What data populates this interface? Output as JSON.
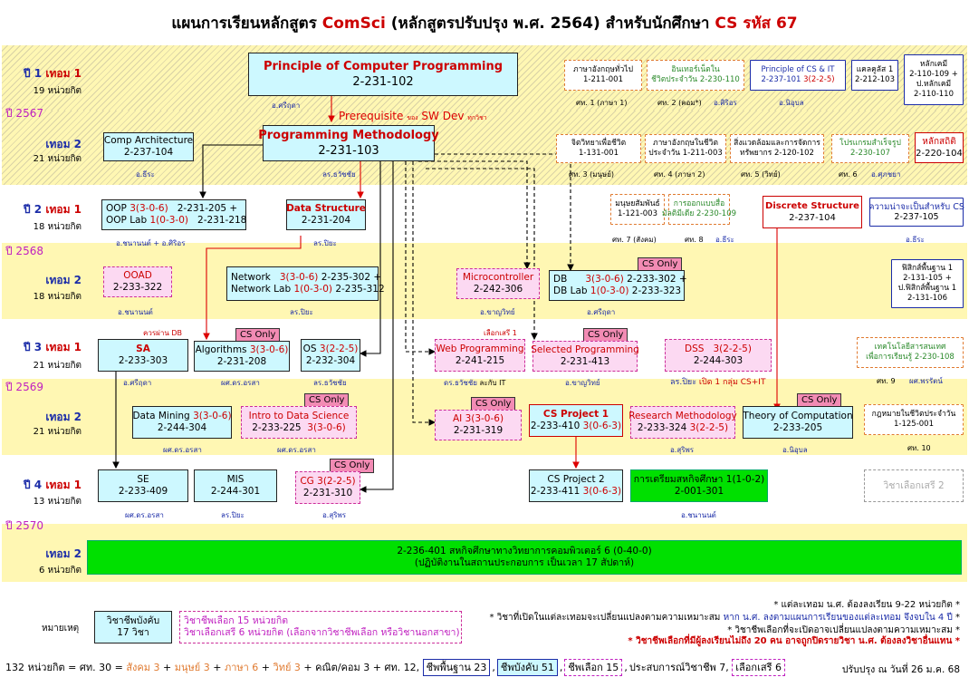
{
  "title_parts": {
    "a": "แผนการเรียนหลักสูตร ",
    "b": "ComSci",
    "c": " (หลักสูตรปรับปรุง พ.ศ. 2564)  สำหรับนักศึกษา ",
    "d": "CS รหัส 67"
  },
  "years": {
    "y1": "ปี 2567",
    "y2": "ปี 2568",
    "y3": "ปี 2569",
    "y4": "ปี 2570"
  },
  "sems": {
    "s11": {
      "year": "ปี 1",
      "term": "เทอม 1",
      "credits": "19 หน่วยกิต"
    },
    "s12": {
      "term": "เทอม 2",
      "credits": "21 หน่วยกิต"
    },
    "s21": {
      "year": "ปี 2",
      "term": "เทอม 1",
      "credits": "18 หน่วยกิต"
    },
    "s22": {
      "term": "เทอม 2",
      "credits": "18 หน่วยกิต"
    },
    "s31": {
      "year": "ปี 3",
      "term": "เทอม 1",
      "credits": "21 หน่วยกิต"
    },
    "s32": {
      "term": "เทอม 2",
      "credits": "21 หน่วยกิต"
    },
    "s41": {
      "year": "ปี 4",
      "term": "เทอม 1",
      "credits": "13 หน่วยกิต"
    },
    "s42": {
      "term": "เทอม 2",
      "credits": "6 หน่วยกิต"
    }
  },
  "cs_only": "CS Only",
  "c": {
    "pcp": {
      "name": "Principle of Computer Programming",
      "code": "2-231-102",
      "lec": "อ.ศรีฤดา"
    },
    "prereq": {
      "a": "Prerequisite ",
      "b": "ของ",
      "c": " SW Dev ",
      "d": "ทุกวิชา"
    },
    "pm": {
      "name": "Programming Methodology",
      "code": "2-231-103",
      "lec": "ลร.ธวัชชัย"
    },
    "ca": {
      "name": "Comp Architecture",
      "code": "2-237-104",
      "lec": "อ.ธีระ"
    },
    "g1": {
      "name": "ภาษาอังกฤษทั่วไป",
      "code": "1-211-001",
      "cat": "ศท. 1 (ภาษา 1)"
    },
    "g2": {
      "name": "อินเทอร์เน็ตใน",
      "name2": "ชีวิตประจำวัน",
      "code": "2-230-110",
      "cat": "ศท. 2 (คอม*)",
      "lec": "อ.ศิริอร"
    },
    "pcs": {
      "name": "Principle of CS & IT",
      "code": "2-237-101",
      "cr": "3(2-2-5)",
      "lec": "อ.นิอุบล"
    },
    "calc1": {
      "name": "แคลคูลัส 1",
      "code": "2-212-103"
    },
    "cm": {
      "name": "หลักเคมี",
      "code": "2-110-109 +",
      "name2": "ป.หลักเคมี",
      "code2": "2-110-110"
    },
    "psy": {
      "name": "จิตวิทยาเพื่อชีวิต",
      "code": "1-131-001",
      "cat": "ศท. 3 (มนุษย์)"
    },
    "eng2": {
      "name": "ภาษาอังกฤษในชีวิต",
      "code": "ประจำวัน 1-211-003",
      "cat": "ศท. 4 (ภาษา 2)"
    },
    "env": {
      "name": "สิ่งแวดล้อมและการจัดการ",
      "code": "ทรัพยากร 2-120-102",
      "cat": "ศท. 5 (วิทย์)"
    },
    "prog": {
      "name": "โปรแกรมสำเร็จรูป",
      "code": "2-230-107",
      "cat": "ศท. 6"
    },
    "stat": {
      "name": "หลักสถิติ",
      "code": "2-220-104",
      "lec": "อ.ศุภชยา"
    },
    "oop": {
      "a": "OOP",
      "b": "3(3-0-6)",
      "c": "2-231-205 +",
      "d": "OOP Lab",
      "e": "1(0-3-0)",
      "f": "2-231-218",
      "lec": "อ.ชนานนต์ + อ.ศิริอร"
    },
    "ds": {
      "name": "Data Structure",
      "code": "2-231-204",
      "lec": "ลร.ปิยะ"
    },
    "hr": {
      "name": "มนุษยสัมพันธ์",
      "code": "1-121-003",
      "cat": "ศท. 7 (สังคม)"
    },
    "ca2": {
      "name": "การออกแบบสื่อ",
      "name2": "มัลติมีเดีย",
      "code": "2-230-109",
      "cat": "ศท. 8",
      "lec": "อ.ธีระ"
    },
    "dis": {
      "name": "Discrete Structure",
      "code": "2-237-104"
    },
    "prb": {
      "name": "ความน่าจะเป็นสำหรับ CS",
      "code": "2-237-105",
      "lec": "อ.ธีระ"
    },
    "ooad": {
      "name": "OOAD",
      "code": "2-233-322",
      "lec": "อ.ชนานนต์"
    },
    "net": {
      "a": "Network",
      "b": "3(3-0-6)",
      "c": "2-235-302 +",
      "d": "Network Lab",
      "e": "1(0-3-0)",
      "f": "2-235-312",
      "lec": "ลร.ปิยะ"
    },
    "mc": {
      "name": "Microcontroller",
      "code": "2-242-306",
      "lec": "อ.ขาญวิทย์"
    },
    "db": {
      "a": "DB",
      "b": "3(3-0-6)",
      "c": "2-233-302 +",
      "d": "DB Lab",
      "e": "1(0-3-0)",
      "f": "2-233-323",
      "lec": "อ.ศรีฤดา"
    },
    "phy": {
      "name": "ฟิสิกส์พื้นฐาน 1",
      "code": "2-131-105 +",
      "name2": "ป.ฟิสิกส์พื้นฐาน 1",
      "code2": "2-131-106"
    },
    "sa": {
      "name": "SA",
      "code": "2-233-303",
      "lec": "อ.ศรีฤดา",
      "pre": "ควรผ่าน DB"
    },
    "alg": {
      "name": "Algorithms",
      "cr": "3(3-0-6)",
      "code": "2-231-208",
      "lec": "ผศ.ดร.อรสา"
    },
    "os": {
      "name": "OS",
      "cr": "3(2-2-5)",
      "code": "2-232-304",
      "lec": "ลร.ธวัชชัย"
    },
    "wp": {
      "name": "Web Programming",
      "code": "2-241-215",
      "lec": "ดร.ธวัชชัย",
      "lec2": "ละกับ IT"
    },
    "el1": {
      "text": "เลือกเสรี 1"
    },
    "sp": {
      "name": "Selected Programming",
      "code": "2-231-413",
      "lec": "อ.ขาญวิทย์"
    },
    "dss": {
      "name": "DSS",
      "cr": "3(2-2-5)",
      "code": "2-244-303",
      "lec": "ลร.ปิยะ",
      "lec2": "เปิด 1 กลุ่ม CS+IT"
    },
    "it": {
      "name": "เทคโนโลยีสารสนเทศ",
      "name2": "เพื่อการเรียนรู้",
      "code": "2-230-108",
      "cat": "ศท. 9",
      "lec": "ผศ.พรรัตน์"
    },
    "dm": {
      "name": "Data Mining",
      "cr": "3(3-0-6)",
      "code": "2-244-304",
      "lec": "ผศ.ดร.อรสา"
    },
    "ids": {
      "name": "Intro to Data Science",
      "code": "2-233-225",
      "cr": "3(3-0-6)",
      "lec": "ผศ.ดร.อรสา"
    },
    "ai": {
      "name": "AI",
      "cr": "3(3-0-6)",
      "code": "2-231-319"
    },
    "cp1": {
      "name": "CS Project 1",
      "code": "2-233-410",
      "cr": "3(0-6-3)"
    },
    "rm": {
      "name": "Research Methodology",
      "code": "2-233-324",
      "cr": "3(2-2-5)",
      "lec": "อ.สุริพร"
    },
    "toc": {
      "name": "Theory of Computation",
      "code": "2-233-205",
      "lec": "อ.นิอุบล"
    },
    "law": {
      "name": "กฎหมายในชีวิตประจำวัน",
      "code": "1-125-001",
      "cat": "ศท. 10"
    },
    "se": {
      "name": "SE",
      "code": "2-233-409",
      "lec": "ผศ.ดร.อรสา"
    },
    "mis": {
      "name": "MIS",
      "code": "2-244-301",
      "lec": "ลร.ปิยะ"
    },
    "cg": {
      "name": "CG",
      "cr": "3(2-2-5)",
      "code": "2-231-310",
      "lec": "อ.สุริพร"
    },
    "cp2": {
      "name": "CS Project 2",
      "code": "2-233-411",
      "cr": "3(0-6-3)"
    },
    "prep": {
      "name": "การเตรียมสหกิจศึกษา",
      "cr": "1(1-0-2)",
      "code": "2-001-301",
      "lec": "อ.ชนานนต์"
    },
    "el2": {
      "name": "วิชาเลือกเสรี 2"
    },
    "coop": {
      "line1": "2-236-401  สหกิจศึกษาทางวิทยาการคอมพิวเตอร์  6  (0-40-0)",
      "line2": "(ปฏิบัติงานในสถานประกอบการ เป็นเวลา 17 สัปดาห์)"
    }
  },
  "legend": {
    "label": "หมายเหตุ",
    "core": "วิชาชีพบังคับ",
    "core_n": "17 วิชา",
    "el_a": "วิชาชีพเลือก  15 หน่วยกิต",
    "el_b": "วิชาเลือกเสรี  6 หน่วยกิต  (เลือกจากวิชาชีพเลือก หรือวิชานอกสาขา)"
  },
  "notes": {
    "n1": "* แต่ละเทอม น.ศ. ต้องลงเรียน 9-22 หน่วยกิต *",
    "n2a": "* วิชาที่เปิดในแต่ละเทอมจะเปลี่ยนแปลงตามความเหมาะสม ",
    "n2b": "หาก น.ศ. ลงตามแผนการเรียนของแต่ละเทอม จึงจบใน 4 ปี",
    "n2c": " *",
    "n3": "* วิชาชีพเลือกที่จะเปิดอาจเปลี่ยนแปลงตามความเหมาะสม *",
    "n4": "* วิชาชีพเลือกที่มีผู้ลงเรียนไม่ถึง 20 คน อาจถูกปิดรายวิชา น.ศ. ต้องลงวิชาอื่นแทน *"
  },
  "summary": {
    "a": "132 หน่วยกิต = ศท. 30 = ",
    "b": "สังคม 3",
    "c": " + ",
    "d": "มนุษย์ 3",
    "e": " + ",
    "f": "ภาษา 6",
    "g": " + ",
    "h": "วิทย์ 3",
    "i": " + คณิต/คอม 3 + ศท. 12,",
    "j": "ชีพพื้นฐาน 23",
    "k": "ชีพบังคับ 51",
    "l": "ชีพเลือก 15",
    "m": "ประสบการณ์วิชาชีพ 7,",
    "n": "เลือกเสรี 6"
  },
  "updated": "ปรับปรุง ณ วันที่ 26 ม.ค. 68",
  "colors": {
    "navy": "#1b2ca8",
    "red": "#cc0000",
    "magenta": "#c020c0",
    "cyan": "#cdf8ff",
    "pink": "#fcd9f2",
    "green": "#00e000",
    "yellow": "#fff7b3"
  }
}
